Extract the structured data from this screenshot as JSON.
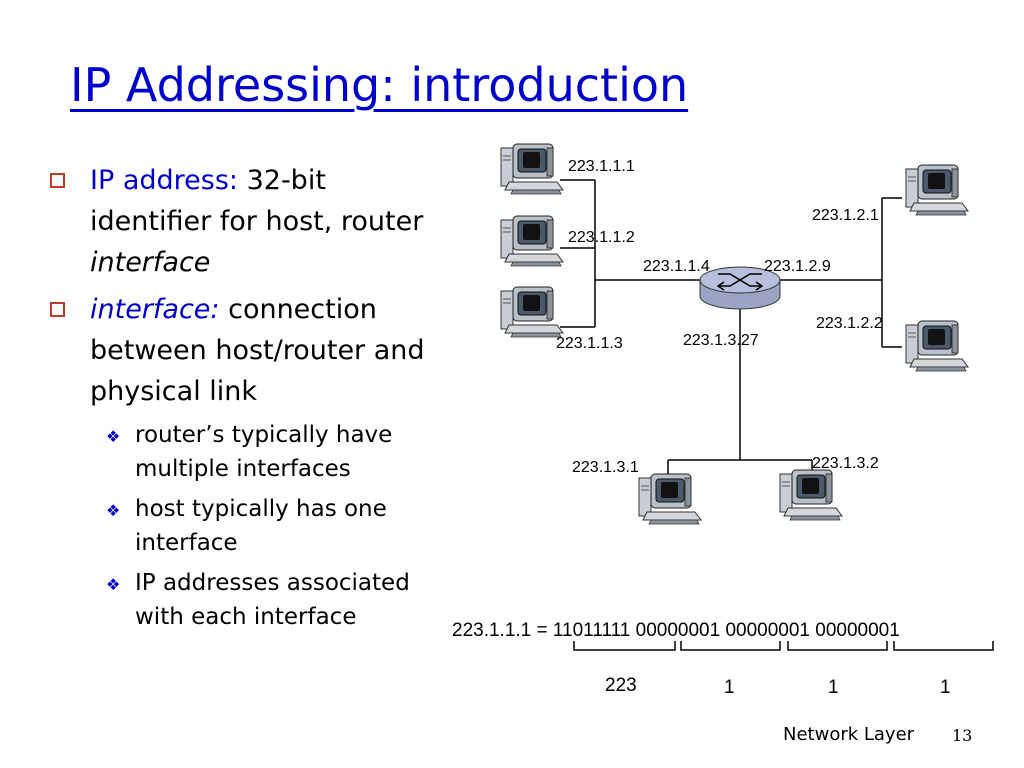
{
  "title": "IP Addressing: introduction",
  "bullets": [
    {
      "lead": "IP address:",
      "rest": " 32-bit identifier for host, router ",
      "emph": "interface"
    },
    {
      "lead": "interface:",
      "rest": " connection between host/router and physical link"
    }
  ],
  "sub_bullets": [
    "router’s typically have multiple interfaces",
    "host typically has one interface",
    "IP addresses associated with each interface"
  ],
  "diagram": {
    "host_labels": [
      "223.1.1.1",
      "223.1.1.2",
      "223.1.1.3",
      "223.1.2.1",
      "223.1.2.2",
      "223.1.3.1",
      "223.1.3.2"
    ],
    "router_labels": [
      "223.1.1.4",
      "223.1.2.9",
      "223.1.3.27"
    ]
  },
  "binary_example": {
    "text": "223.1.1.1 = 11011111 00000001 00000001 00000001",
    "decimals": [
      "223",
      "1",
      "1",
      "1"
    ]
  },
  "footer": {
    "label": "Network Layer",
    "page": "13"
  },
  "colors": {
    "title": "#0000cc",
    "bullet_marker": "#c0392b",
    "monitor_screen": "#4a5a6a"
  }
}
